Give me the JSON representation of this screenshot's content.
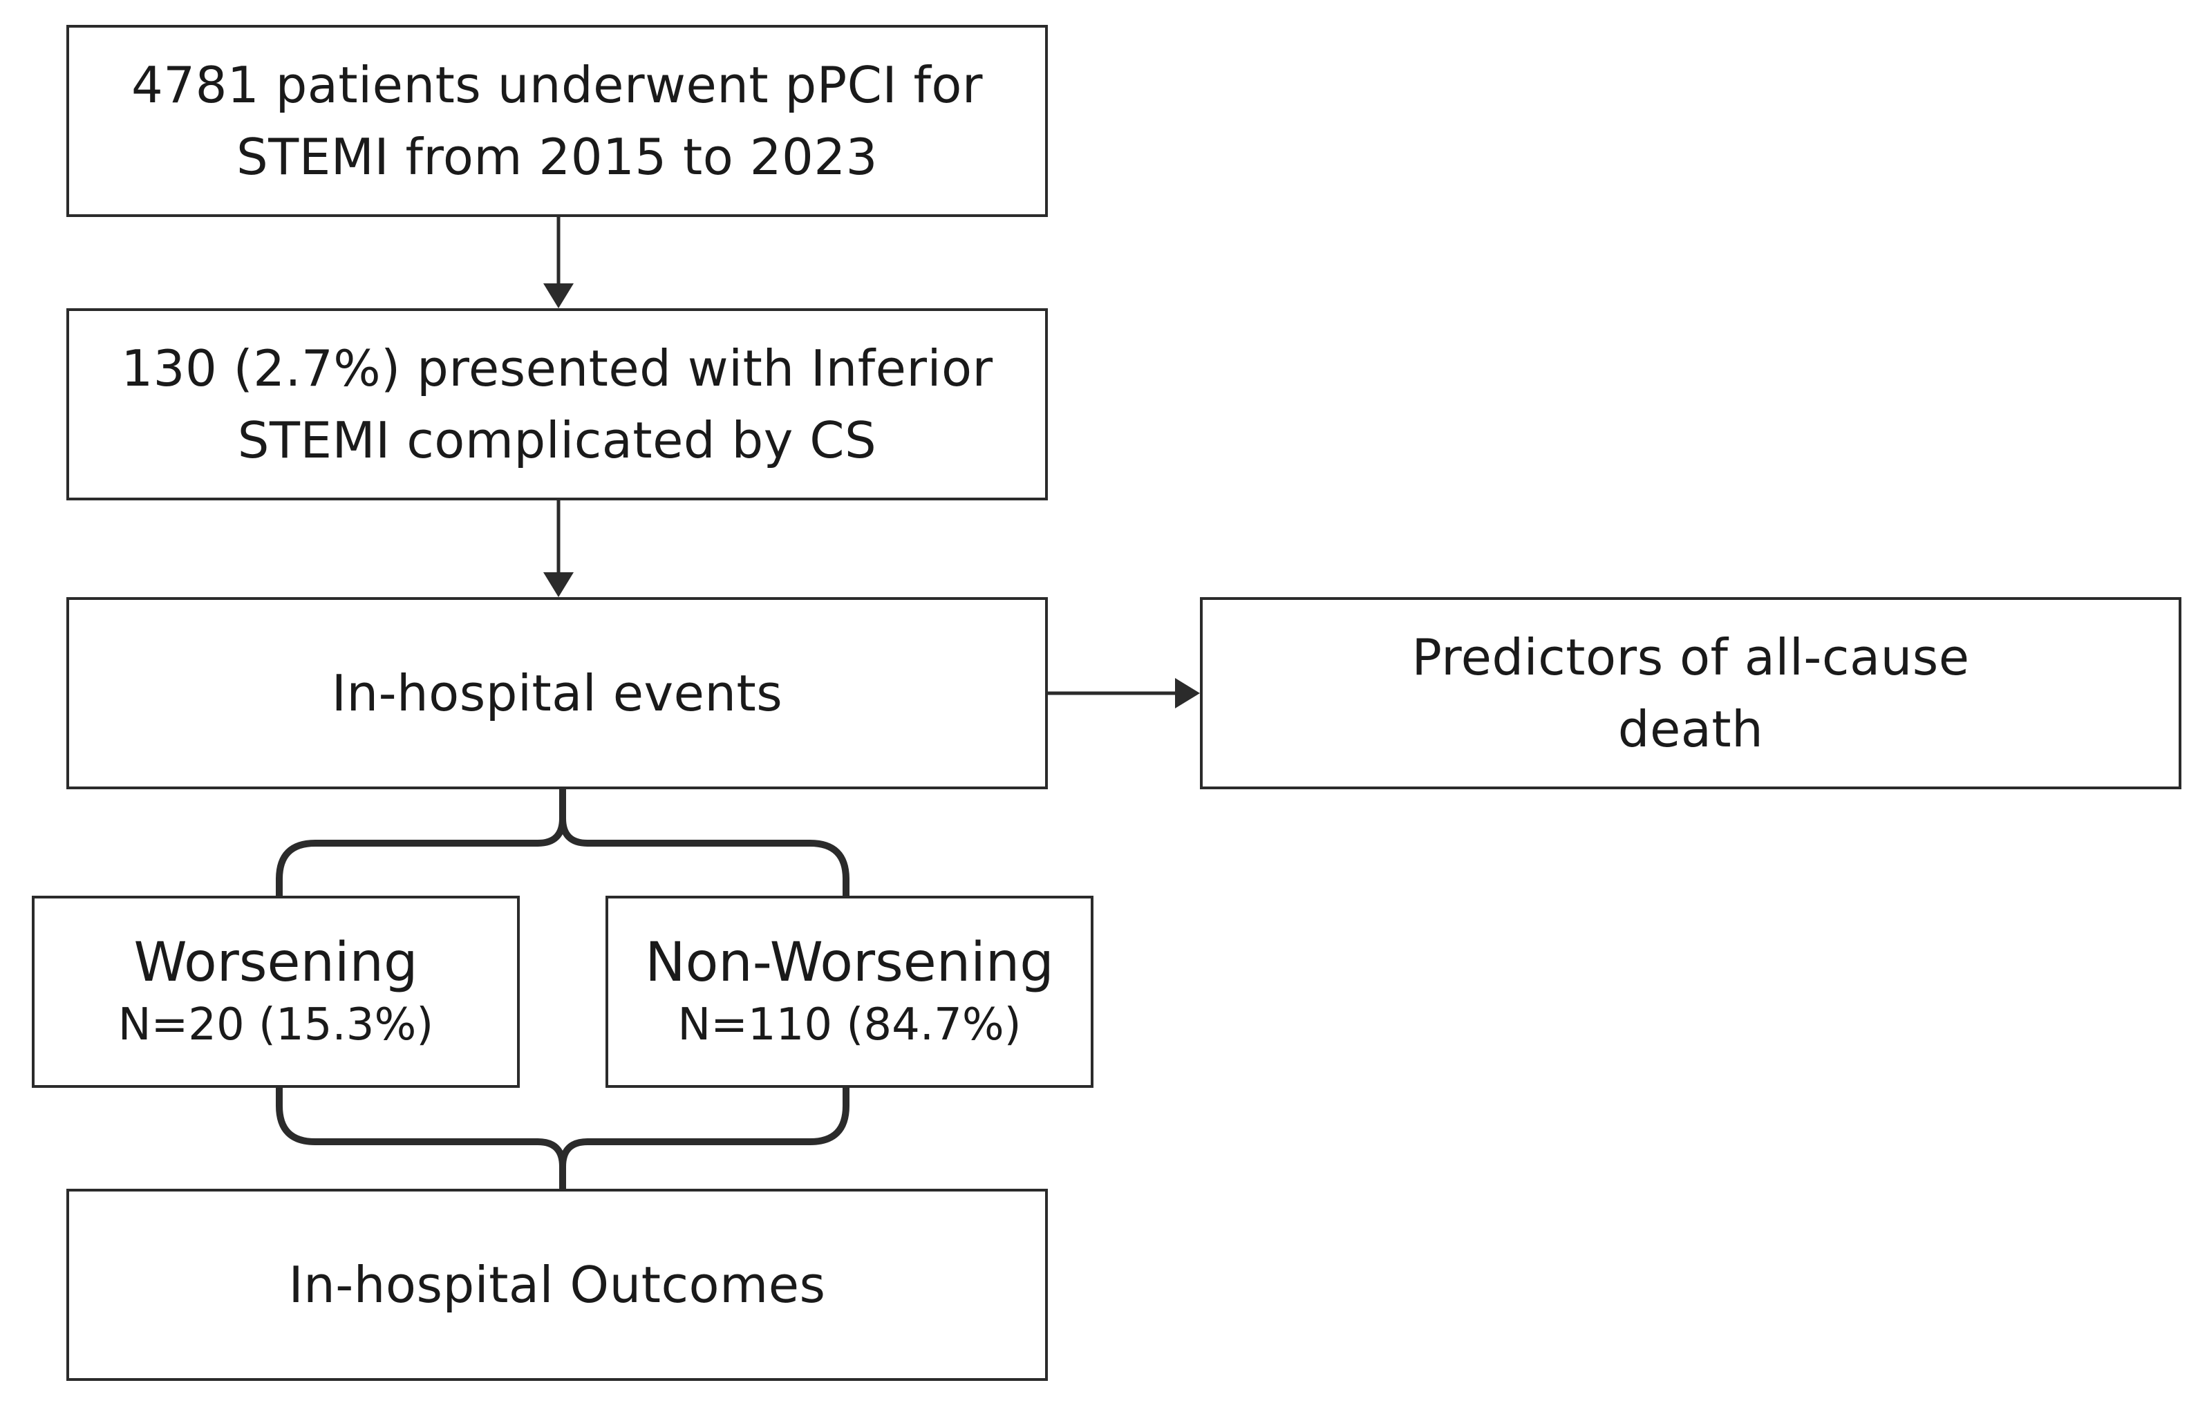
{
  "boxes": {
    "total": {
      "line1": "4781 patients underwent pPCI for",
      "line2": "STEMI from 2015 to 2023"
    },
    "cs": {
      "line1": "130 (2.7%) presented with Inferior",
      "line2": "STEMI complicated by CS"
    },
    "events": {
      "label": "In-hospital events"
    },
    "predictors": {
      "line1": "Predictors of all-cause",
      "line2": "death"
    },
    "worsening": {
      "title": "Worsening",
      "count": "N=20 (15.3%)"
    },
    "non_worsening": {
      "title": "Non-Worsening",
      "count": "N=110 (84.7%)"
    },
    "outcomes": {
      "label": "In-hospital Outcomes"
    }
  },
  "colors": {
    "stroke": "#2b2b2b",
    "text": "#1a1a1a",
    "background": "#ffffff"
  }
}
